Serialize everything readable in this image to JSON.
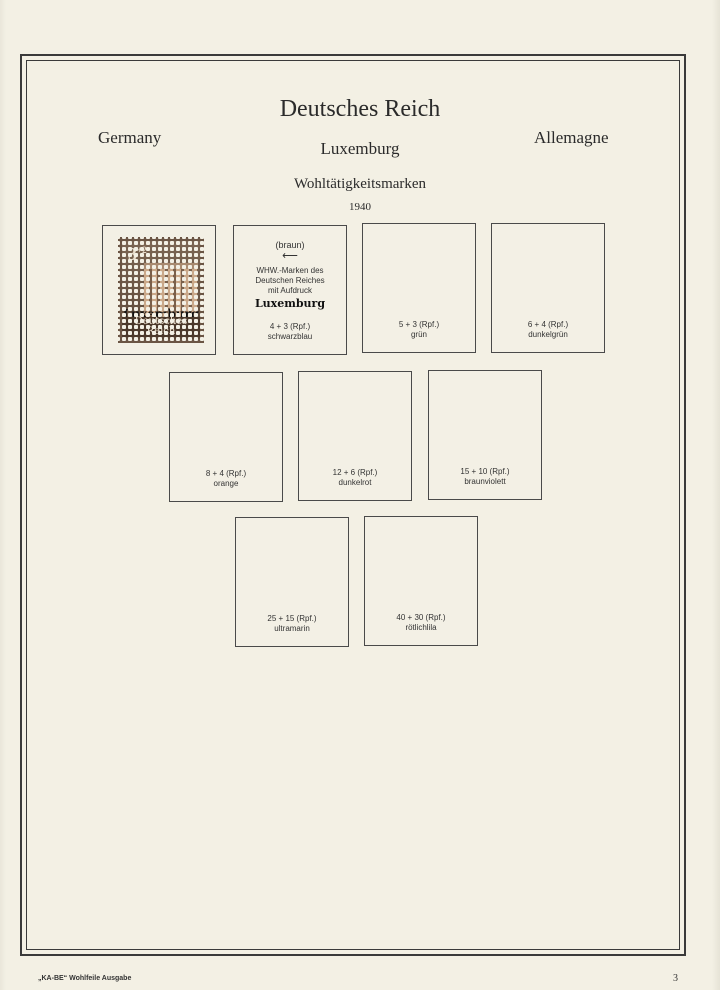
{
  "header": {
    "title": "Deutsches Reich",
    "country_en": "Germany",
    "country_fr": "Allemagne",
    "region": "Luxemburg",
    "series": "Wohltätigkeitsmarken",
    "year": "1940"
  },
  "stamp": {
    "value": "3",
    "value_sup": "+2",
    "overprint": "Luxemburg",
    "inscription": "Deutsches Reich",
    "color": "#6b5544"
  },
  "info_slot": {
    "color_note": "braun",
    "arrow": "⟵",
    "desc": [
      "WHW.-Marken des",
      "Deutschen Reiches",
      "mit Aufdruck"
    ],
    "overprint": "Luxemburg"
  },
  "slots": [
    {
      "value": "4 + 3 (Rpf.)",
      "color": "schwarzblau"
    },
    {
      "value": "5 + 3 (Rpf.)",
      "color": "grün"
    },
    {
      "value": "6 + 4 (Rpf.)",
      "color": "dunkelgrün"
    },
    {
      "value": "8 + 4 (Rpf.)",
      "color": "orange"
    },
    {
      "value": "12 + 6 (Rpf.)",
      "color": "dunkelrot"
    },
    {
      "value": "15 + 10 (Rpf.)",
      "color": "braunviolett"
    },
    {
      "value": "25 + 15 (Rpf.)",
      "color": "ultramarin"
    },
    {
      "value": "40 + 30 (Rpf.)",
      "color": "rötlichlila"
    }
  ],
  "footer": {
    "publisher": "„KA-BE“ Wohlfeile Ausgabe",
    "page_number": "3"
  }
}
